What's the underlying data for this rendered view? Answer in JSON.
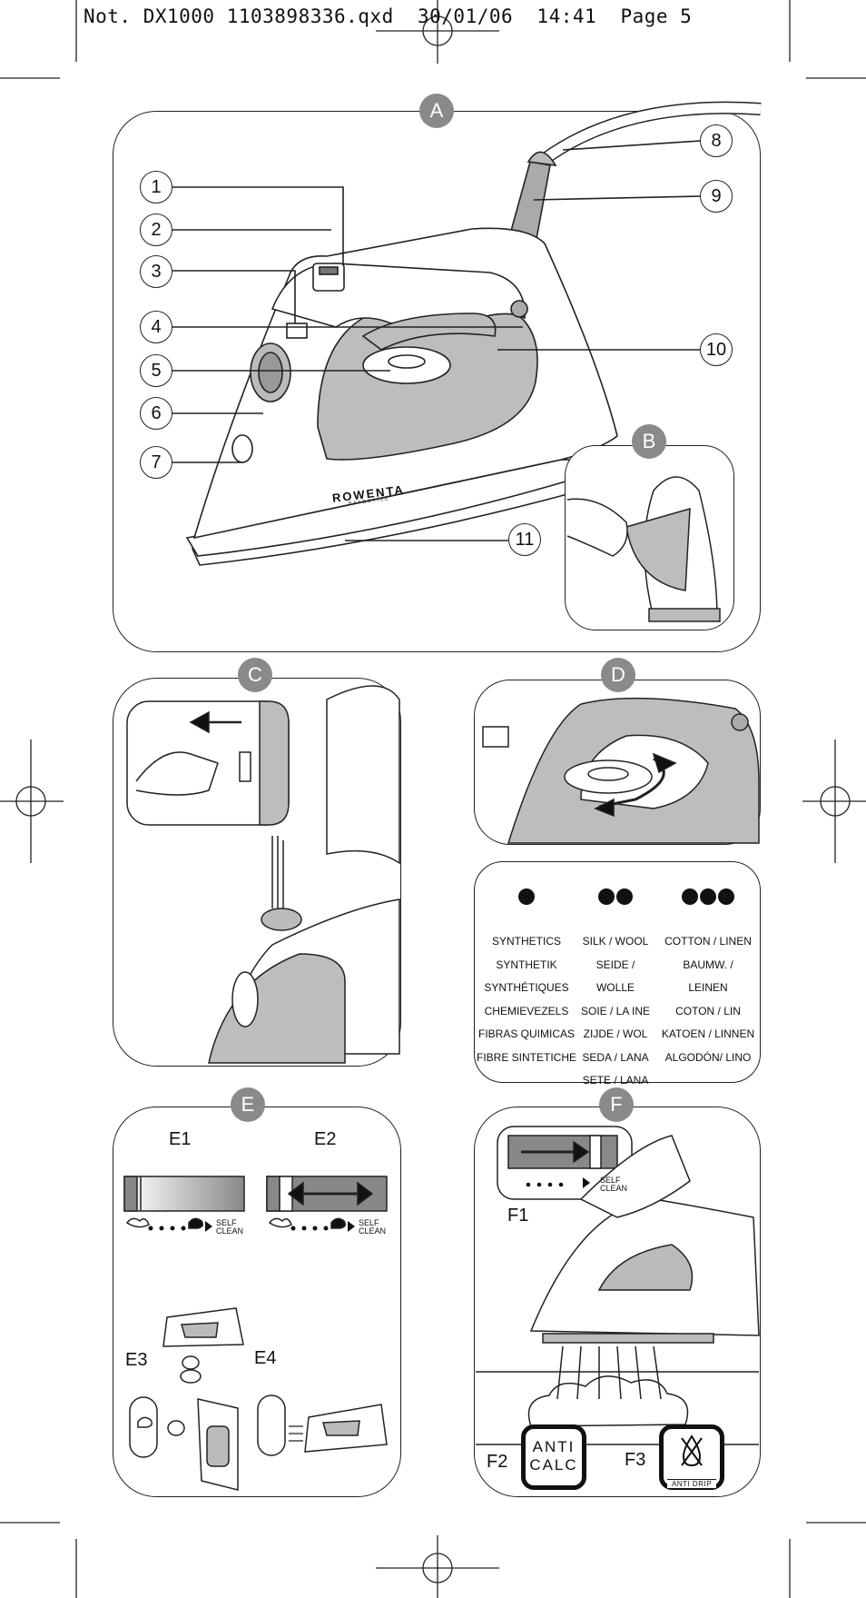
{
  "header": {
    "text": "Not. DX1000 1103898336.qxd  30/01/06  14:41  Page 5"
  },
  "panels": {
    "a": {
      "label": "A",
      "callouts": [
        "1",
        "2",
        "3",
        "4",
        "5",
        "6",
        "7",
        "8",
        "9",
        "10",
        "11"
      ],
      "brand": "ROWENTA",
      "brand_sub": "EFFECTIVE"
    },
    "b": {
      "label": "B"
    },
    "c": {
      "label": "C"
    },
    "d": {
      "label": "D"
    },
    "e": {
      "label": "E",
      "e1": "E1",
      "e2": "E2",
      "e3": "E3",
      "e4": "E4"
    },
    "f": {
      "label": "F",
      "f1": "F1",
      "f2": "F2",
      "f3": "F3"
    }
  },
  "slider": {
    "self": "SELF",
    "clean": "CLEAN"
  },
  "temperature": {
    "columns": [
      {
        "dots": 1,
        "lines": [
          "SYNTHETICS",
          "SYNTHETIK",
          "SYNTHÉTIQUES",
          "CHEMIEVEZELS",
          "FIBRAS QUIMICAS",
          "FIBRE SINTETICHE"
        ]
      },
      {
        "dots": 2,
        "lines": [
          "SILK / WOOL",
          "SEIDE / WOLLE",
          "SOIE / LA INE",
          "ZIJDE / WOL",
          "SEDA / LANA",
          "SETE / LANA"
        ]
      },
      {
        "dots": 3,
        "lines": [
          "COTTON / LINEN",
          "BAUMW. /",
          "LEINEN",
          "COTON  / LIN",
          "KATOEN / LINNEN",
          "ALGODÓN/ LINO"
        ]
      }
    ]
  },
  "signs": {
    "anti_calc_1": "ANTI",
    "anti_calc_2": "CALC",
    "anti_drip": "ANTI DRIP"
  }
}
